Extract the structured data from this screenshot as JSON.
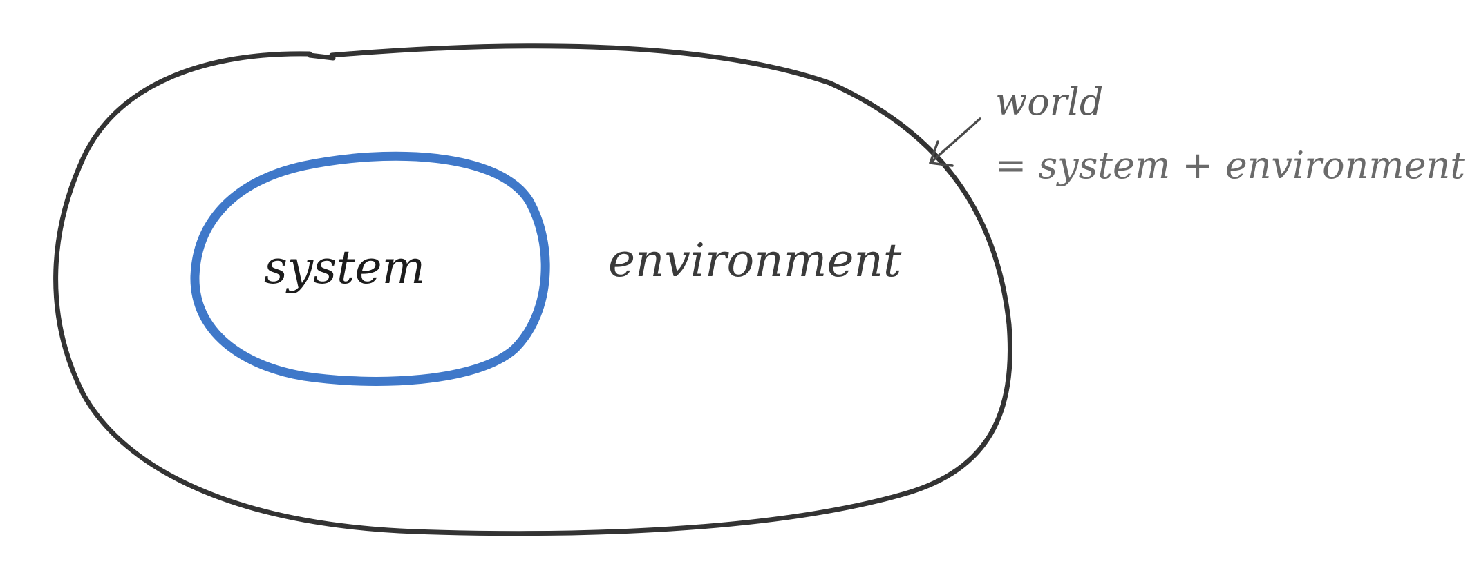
{
  "diagram": {
    "inner_label": "system",
    "outer_label": "environment",
    "annotation": {
      "title": "world",
      "equation": "= system + environment"
    },
    "colors": {
      "outer_boundary": "#333333",
      "inner_boundary": "#3f78c9",
      "annotation_ink": "#616161",
      "arrow": "#4a4a4a"
    }
  }
}
